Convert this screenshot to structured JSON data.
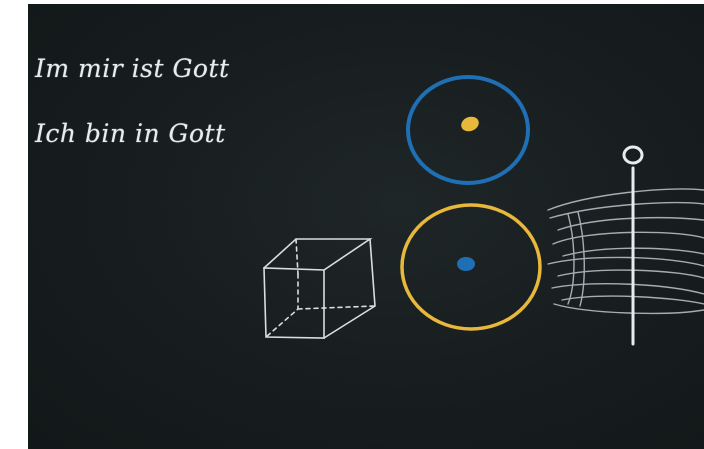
{
  "image": {
    "kind": "chalk drawing on blackboard",
    "colors": {
      "board": "#171d1f",
      "chalk_white": "#e8ecee",
      "chalk_blue": "#1f6fb5",
      "chalk_yellow": "#e8b83a"
    }
  },
  "text": {
    "line1": "Im mir ist Gott",
    "line2": "Ich bin in Gott"
  }
}
